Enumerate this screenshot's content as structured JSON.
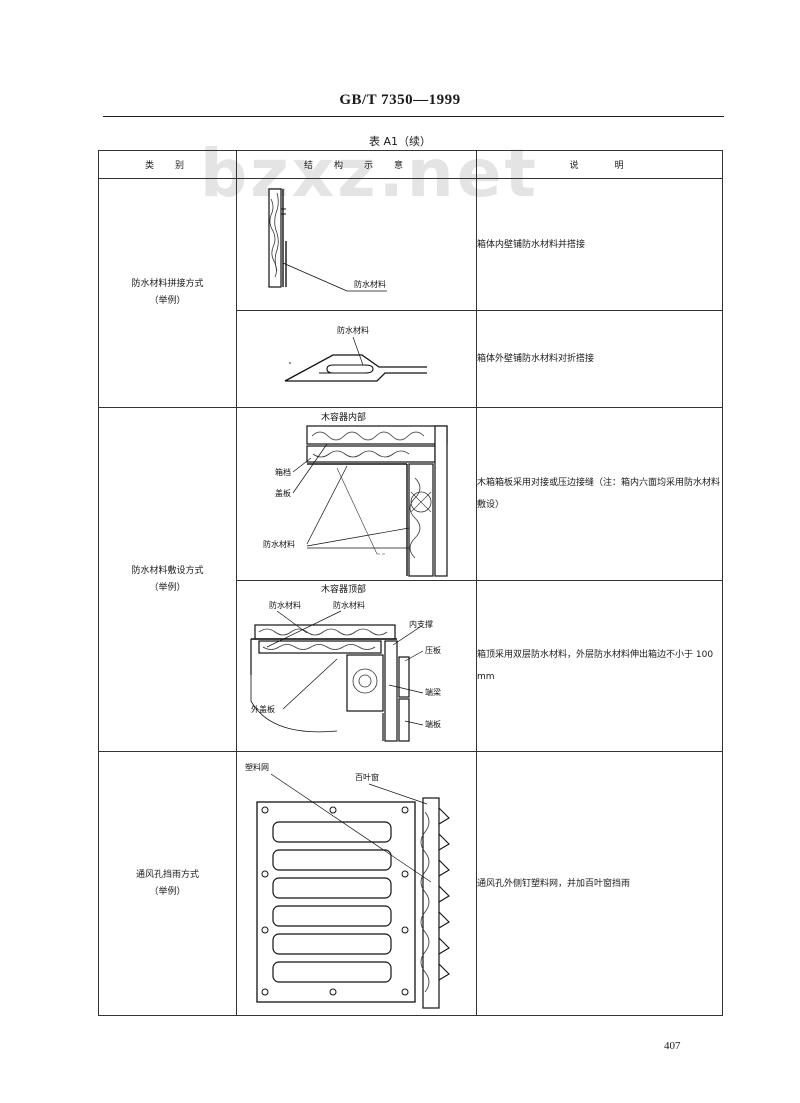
{
  "header": {
    "standard_number": "GB/T 7350—1999"
  },
  "watermark": "bzxz.net",
  "table": {
    "title": "表 A1（续）",
    "columns": [
      "类　别",
      "结　构　示　意",
      "说　　明"
    ],
    "sections": [
      {
        "category": "防水材料拼接方式",
        "category_note": "（举例）",
        "rows": [
          {
            "figure": {
              "labels": [
                "防水材料"
              ]
            },
            "description": "箱体内壁铺防水材料并搭接"
          },
          {
            "figure": {
              "labels": [
                "防水材料"
              ]
            },
            "description": "箱体外壁铺防水材料对折搭接"
          }
        ]
      },
      {
        "category": "防水材料敷设方式",
        "category_note": "（举例）",
        "rows": [
          {
            "figure": {
              "title": "木容器内部",
              "labels": [
                "箱档",
                "盖板",
                "防水材料"
              ]
            },
            "description": "木箱箱板采用对接或压边接缝（注：箱内六面均采用防水材料敷设）"
          },
          {
            "figure": {
              "title": "木容器顶部",
              "labels": [
                "防水材料",
                "防水材料",
                "内支撑",
                "压板",
                "端梁",
                "外盖板",
                "端板"
              ]
            },
            "description": "箱顶采用双层防水材料，外层防水材料伸出箱边不小于 100 mm"
          }
        ]
      },
      {
        "category": "通风孔挡雨方式",
        "category_note": "（举例）",
        "rows": [
          {
            "figure": {
              "labels": [
                "塑料网",
                "百叶窗"
              ]
            },
            "description": "通风孔外侧钉塑料网，并加百叶窗挡雨"
          }
        ]
      }
    ]
  },
  "page_number": "407"
}
